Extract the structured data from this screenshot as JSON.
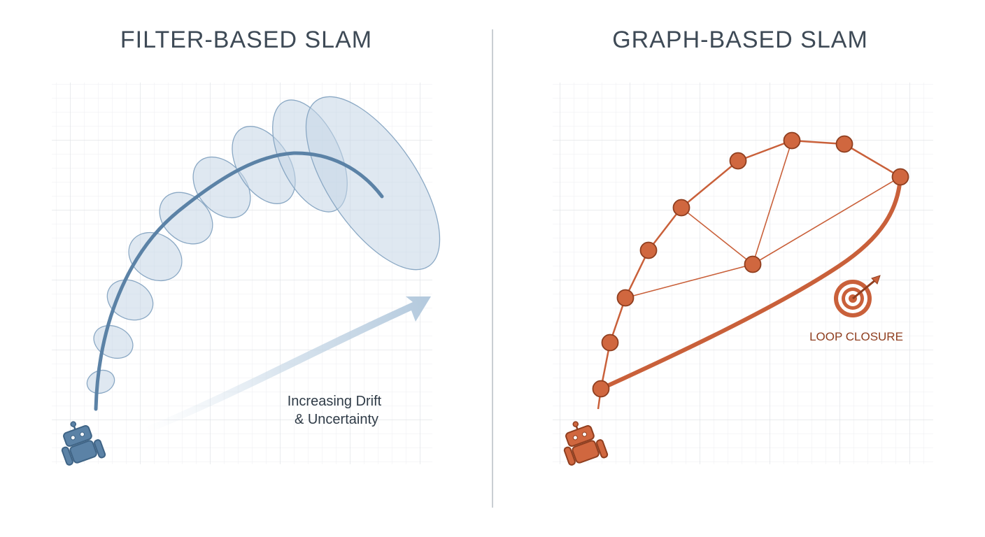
{
  "filter_panel": {
    "title": "FILTER-BASED SLAM",
    "annotation_line1": "Increasing Drift",
    "annotation_line2": "& Uncertainty",
    "robot_icon": "robot-icon",
    "color": "#5b82a6"
  },
  "graph_panel": {
    "title": "GRAPH-BASED SLAM",
    "loop_label": "LOOP CLOSURE",
    "target_icon": "target-icon",
    "robot_icon": "robot-icon",
    "color": "#c9603a"
  }
}
